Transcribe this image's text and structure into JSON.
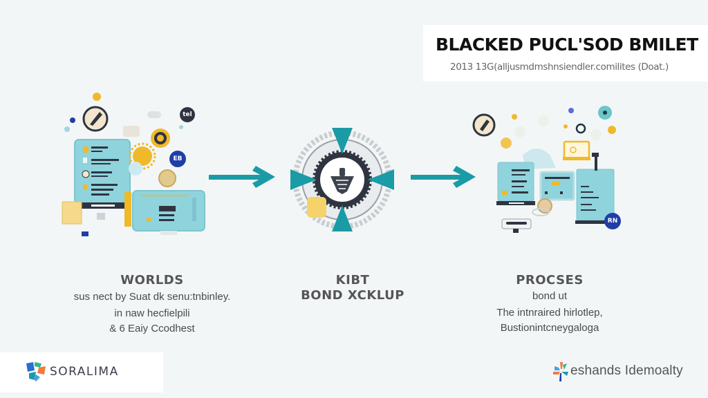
{
  "header": {
    "title": "BLACKED PUCL'SOD BMILET",
    "subtitle": "2013 13G(alljusmdmshnsiendler.comilites (Doat.)"
  },
  "stages": [
    {
      "id": "worlds",
      "heading": "WORLDS",
      "lines": [
        "sus nect by Suat dk senu:tnbinley.",
        "in naw hecfielpili",
        "& 6 Eaiy Ccodhest"
      ],
      "illustration": "monitors-with-app-icons",
      "badges": [
        "tel",
        "EB"
      ]
    },
    {
      "id": "kibt",
      "heading": "KIBT",
      "lines": [
        "BOND XCKLUP"
      ],
      "illustration": "gear-with-ship-emblem"
    },
    {
      "id": "process",
      "heading": "PROCSES",
      "lines": [
        "bond ut",
        "The intnraired hirlotlep,",
        "Bustionintcneygaloga"
      ],
      "illustration": "devices-network",
      "badges": [
        "RN"
      ]
    }
  ],
  "arrows": [
    {
      "from": "worlds",
      "to": "kibt",
      "icon": "arrow-right-icon"
    },
    {
      "from": "kibt",
      "to": "process",
      "icon": "arrow-right-icon"
    }
  ],
  "footer": {
    "left_logo": "SORALIMA",
    "right_logo": "eshands Idemoalty"
  },
  "colors": {
    "accent": "#1a9ba6",
    "panel": "#8fd3dc",
    "gold": "#f0b92a",
    "navy": "#1f3fa8",
    "dark": "#2f3440",
    "background": "#f3f6f6"
  }
}
